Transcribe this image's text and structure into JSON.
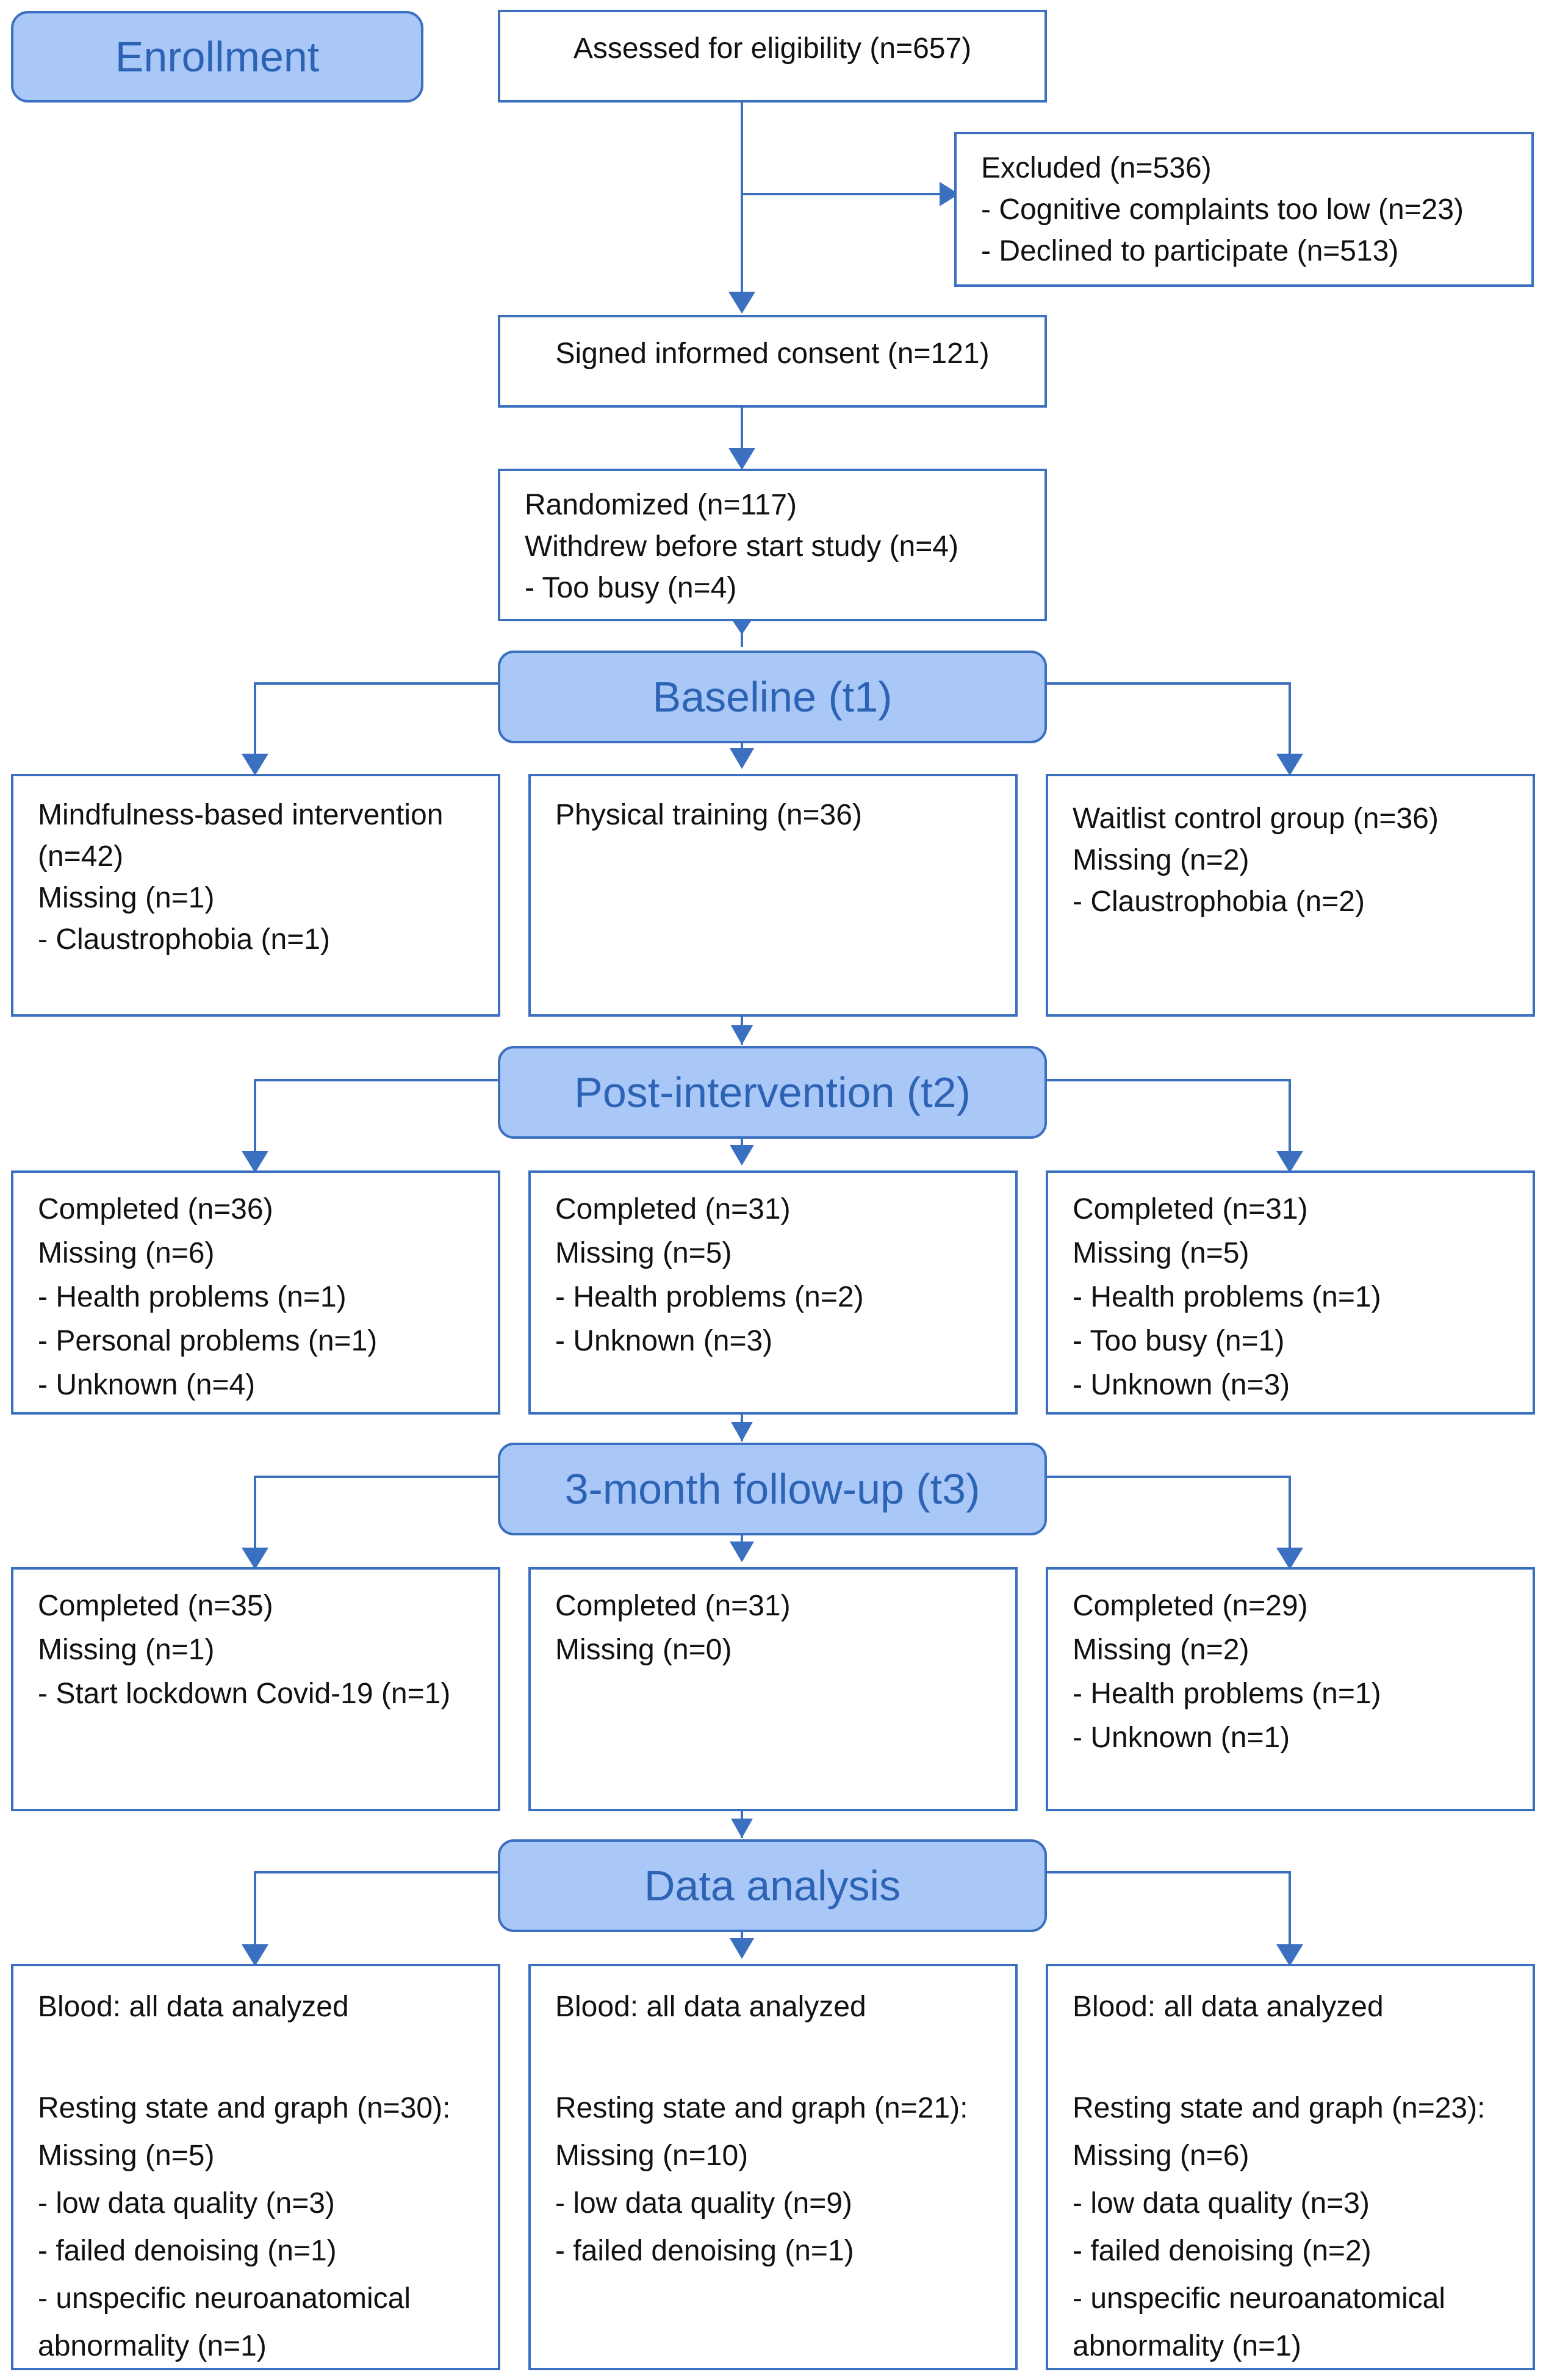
{
  "colors": {
    "stage_fill": "#a9c7f7",
    "line": "#3b6fbf",
    "stage_text": "#2d63b4"
  },
  "stages": {
    "enrollment": "Enrollment",
    "baseline": "Baseline (t1)",
    "post": "Post-intervention (t2)",
    "followup": "3-month follow-up (t3)",
    "analysis": "Data analysis"
  },
  "enrollment_boxes": {
    "assessed": "Assessed for eligibility (n=657)",
    "excluded": [
      "Excluded (n=536)",
      "- Cognitive complaints too low (n=23)",
      "- Declined to participate (n=513)"
    ],
    "consent": "Signed informed consent (n=121)",
    "randomized": [
      "Randomized (n=117)",
      "Withdrew before start study (n=4)",
      "- Too busy (n=4)"
    ]
  },
  "baseline_boxes": {
    "mbi": [
      "Mindfulness-based intervention",
      "(n=42)",
      "Missing (n=1)",
      "- Claustrophobia (n=1)"
    ],
    "pt": [
      "Physical training (n=36)"
    ],
    "wl": [
      "Waitlist control group (n=36)",
      "Missing (n=2)",
      "- Claustrophobia (n=2)"
    ]
  },
  "post_boxes": {
    "mbi": [
      "Completed (n=36)",
      "Missing (n=6)",
      "- Health problems (n=1)",
      "- Personal problems (n=1)",
      "- Unknown (n=4)"
    ],
    "pt": [
      "Completed (n=31)",
      "Missing (n=5)",
      "- Health problems (n=2)",
      "- Unknown (n=3)"
    ],
    "wl": [
      "Completed (n=31)",
      "Missing (n=5)",
      "- Health problems (n=1)",
      "- Too busy (n=1)",
      "- Unknown (n=3)"
    ]
  },
  "followup_boxes": {
    "mbi": [
      "Completed (n=35)",
      "Missing (n=1)",
      "- Start lockdown Covid-19 (n=1)"
    ],
    "pt": [
      "Completed (n=31)",
      "Missing (n=0)"
    ],
    "wl": [
      "Completed (n=29)",
      "Missing (n=2)",
      "- Health problems (n=1)",
      "- Unknown (n=1)"
    ]
  },
  "analysis_boxes": {
    "mbi": {
      "blood": "Blood: all data analyzed",
      "lines": [
        "Resting state and graph (n=30):",
        "Missing (n=5)",
        "- low data quality (n=3)",
        "- failed denoising (n=1)",
        "- unspecific neuroanatomical",
        "abnormality (n=1)"
      ]
    },
    "pt": {
      "blood": "Blood: all data analyzed",
      "lines": [
        "Resting state and graph (n=21):",
        "Missing (n=10)",
        "- low data quality (n=9)",
        "- failed denoising (n=1)"
      ]
    },
    "wl": {
      "blood": "Blood: all data analyzed",
      "lines": [
        "Resting state and graph (n=23):",
        "Missing (n=6)",
        "- low data quality (n=3)",
        "- failed denoising (n=2)",
        "- unspecific neuroanatomical",
        "abnormality (n=1)"
      ]
    }
  }
}
